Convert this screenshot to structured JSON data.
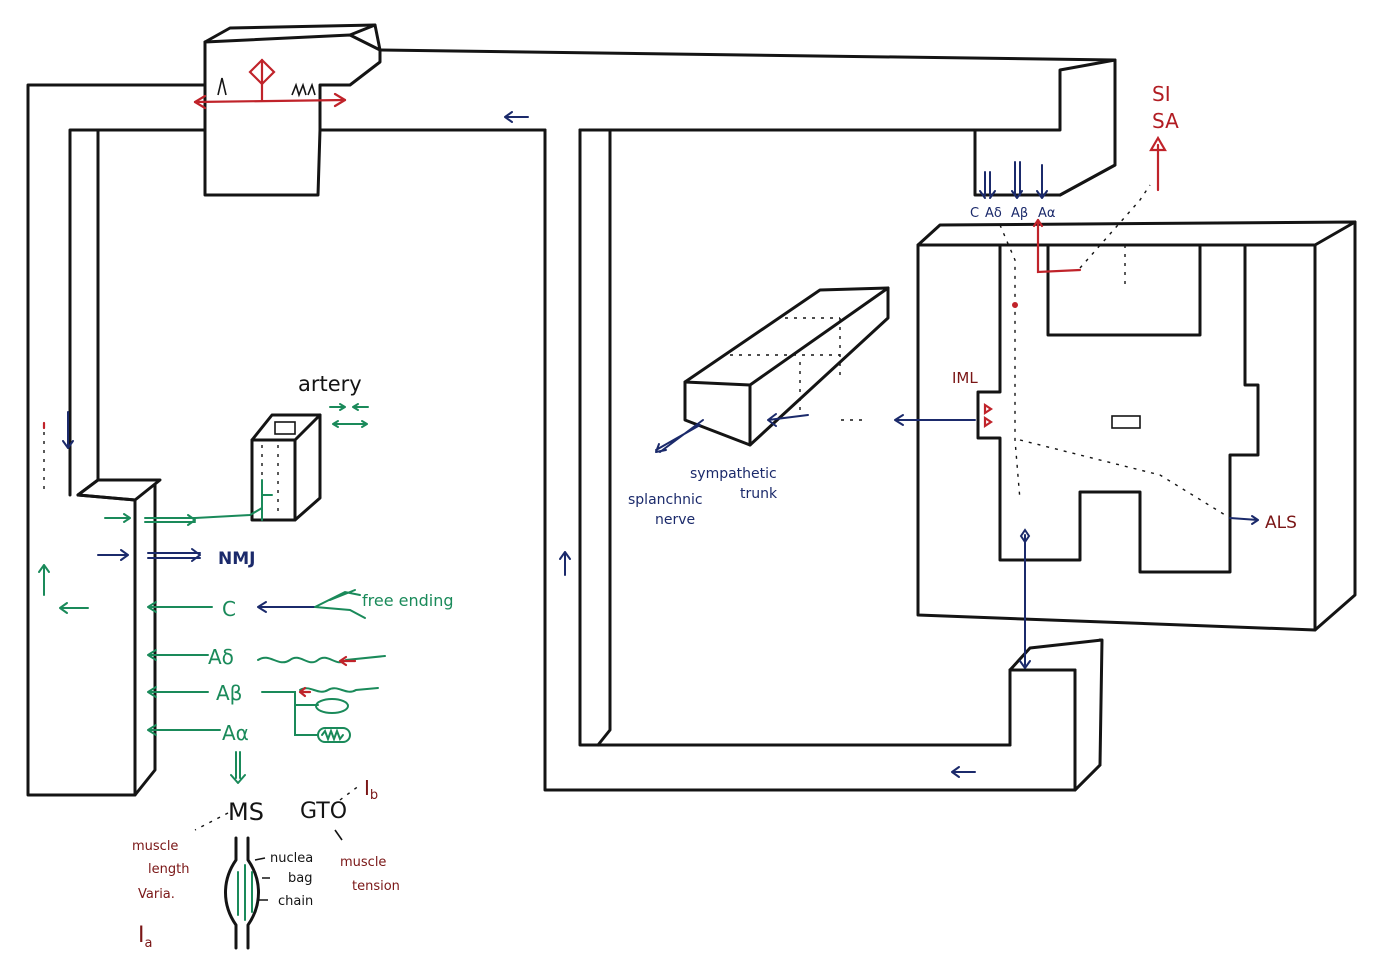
{
  "colors": {
    "outline": "#141414",
    "navy": "#1b2a6b",
    "green": "#1a8a5a",
    "red": "#c0232a",
    "maroon": "#7a1616"
  },
  "labels": {
    "artery": "artery",
    "nmj": "NMJ",
    "c": "C",
    "a_delta": "Aδ",
    "a_beta": "Aβ",
    "a_alpha": "Aα",
    "free_ending": "free ending",
    "ms": "MS",
    "gto": "GTO",
    "ib": "I",
    "ib_sub": "b",
    "ia": "I",
    "ia_sub": "a",
    "muscle_length_1": "muscle",
    "muscle_length_2": "length",
    "muscle_length_3": "Varia.",
    "muscle_tension_1": "muscle",
    "muscle_tension_2": "tension",
    "nuclea": "nuclea",
    "bag": "bag",
    "chain": "chain",
    "root_c": "C",
    "root_ad": "Aδ",
    "root_ab": "Aβ",
    "root_aa": "Aα",
    "si": "SI",
    "sa": "SA",
    "iml": "IML",
    "als": "ALS",
    "sympathetic_1": "sympathetic",
    "sympathetic_2": "trunk",
    "splanchnic_1": "splanchnic",
    "splanchnic_2": "nerve"
  }
}
